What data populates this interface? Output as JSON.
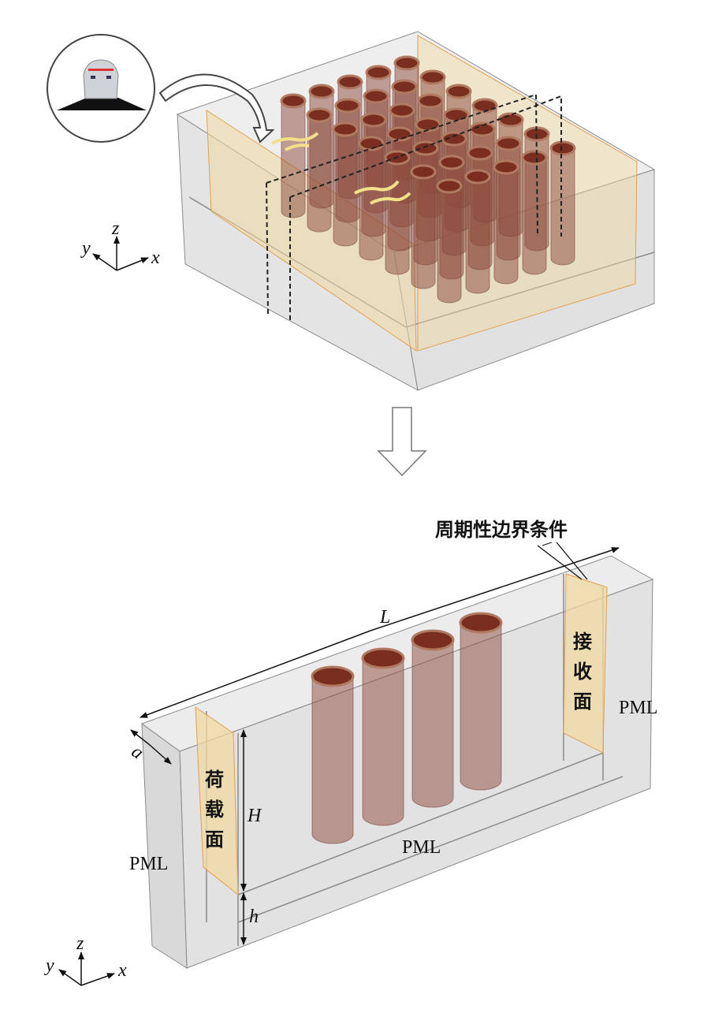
{
  "top_panel": {
    "axes": {
      "z": "z",
      "y": "y",
      "x": "x"
    },
    "icons": [
      "train-icon",
      "curved-arrow-icon",
      "wave-arrow-icon"
    ]
  },
  "bottom_panel": {
    "periodic_boundary_label": "周期性边界条件",
    "length_label": "L",
    "depth_label": "a",
    "height_label": "H",
    "base_height_label": "h",
    "load_surface_chars": [
      "荷",
      "载",
      "面"
    ],
    "receive_surface_chars": [
      "接",
      "收",
      "面"
    ],
    "pml_left": "PML",
    "pml_right": "PML",
    "pml_bottom": "PML",
    "axes": {
      "z": "z",
      "y": "y",
      "x": "x"
    }
  },
  "colors": {
    "cylinder": "#8b4a3c",
    "surface": "#f0d9a0",
    "box": "#d8d8d8"
  }
}
